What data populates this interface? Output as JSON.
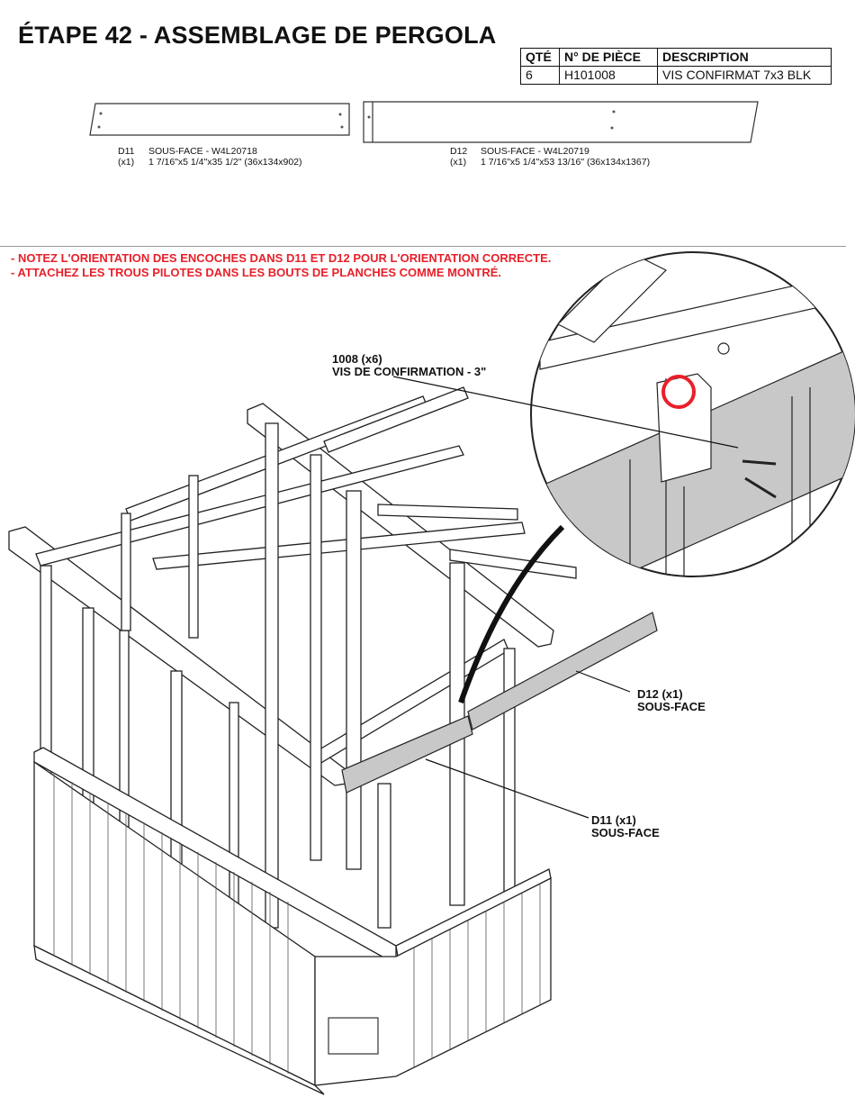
{
  "title": "ÉTAPE 42 - ASSEMBLAGE DE PERGOLA",
  "parts_table": {
    "headers": [
      "QTÉ",
      "N° DE PIÈCE",
      "DESCRIPTION"
    ],
    "rows": [
      {
        "qty": "6",
        "part": "H101008",
        "description": "VIS CONFIRMAT 7x3 BLK"
      }
    ]
  },
  "boards": [
    {
      "code": "D11",
      "name": "SOUS-FACE - W4L20718",
      "qty": "(x1)",
      "dims": "1 7/16\"x5 1/4\"x35 1/2\" (36x134x902)"
    },
    {
      "code": "D12",
      "name": "SOUS-FACE - W4L20719",
      "qty": "(x1)",
      "dims": "1 7/16\"x5 1/4\"x53 13/16\" (36x134x1367)"
    }
  ],
  "notes": [
    "- NOTEZ L'ORIENTATION DES ENCOCHES DANS D11 ET D12 POUR L'ORIENTATION CORRECTE.",
    "- ATTACHEZ LES TROUS PILOTES DANS LES BOUTS DE PLANCHES COMME MONTRÉ."
  ],
  "callouts": {
    "screw": {
      "line1": "1008 (x6)",
      "line2": "VIS DE CONFIRMATION - 3\""
    },
    "d12": {
      "line1": "D12 (x1)",
      "line2": "SOUS-FACE"
    },
    "d11": {
      "line1": "D11 (x1)",
      "line2": "SOUS-FACE"
    }
  },
  "colors": {
    "note_red": "#e8202a",
    "highlight_circle": "#e8202a",
    "board_fill": "#c8c8c8",
    "line": "#222222"
  }
}
